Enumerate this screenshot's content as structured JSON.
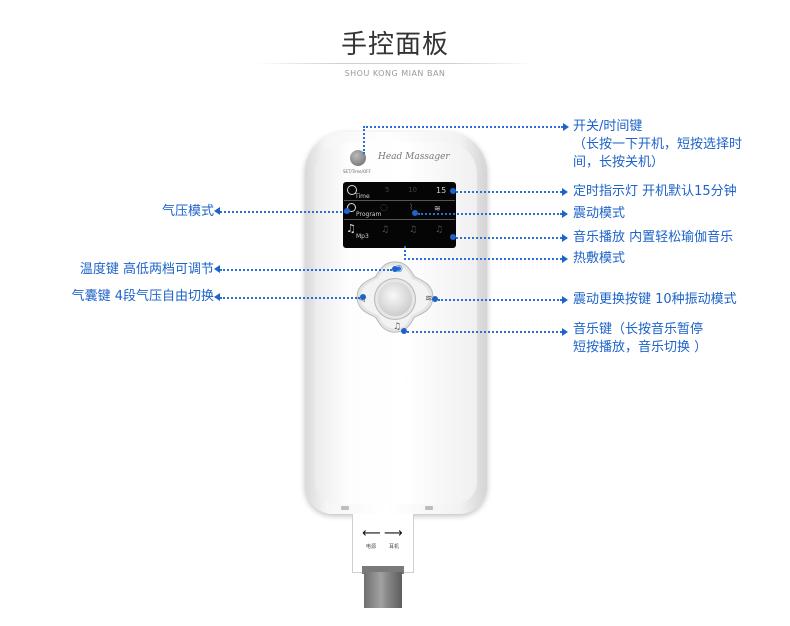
{
  "header": {
    "title": "手控面板",
    "subtitle": "SHOU KONG MIAN BAN"
  },
  "device": {
    "brand": "Head Massager",
    "brand_small": "SET/Time/OFF",
    "screen": {
      "time_label": "Time",
      "timer_values": [
        "5",
        "10",
        "15"
      ],
      "program_label": "Program",
      "mp3_label": "Mp3"
    },
    "plug_labels": [
      "电源",
      "耳机"
    ]
  },
  "annotations": {
    "right": [
      "开关/时间键",
      "（长按一下开机，短按选择时",
      "间，长按关机）",
      "定时指示灯 开机默认15分钟",
      "震动模式",
      "音乐播放 内置轻松瑜伽音乐",
      "热敷模式",
      "震动更换按键 10种振动模式",
      "音乐键（长按音乐暂停",
      "短按播放，音乐切换 ）"
    ],
    "left": [
      "气压模式",
      "温度键 高低两档可调节",
      "气囊键 4段气压自由切换"
    ]
  },
  "colors": {
    "accent": "#1d63c9",
    "title": "#333333",
    "screen": "#050505"
  }
}
